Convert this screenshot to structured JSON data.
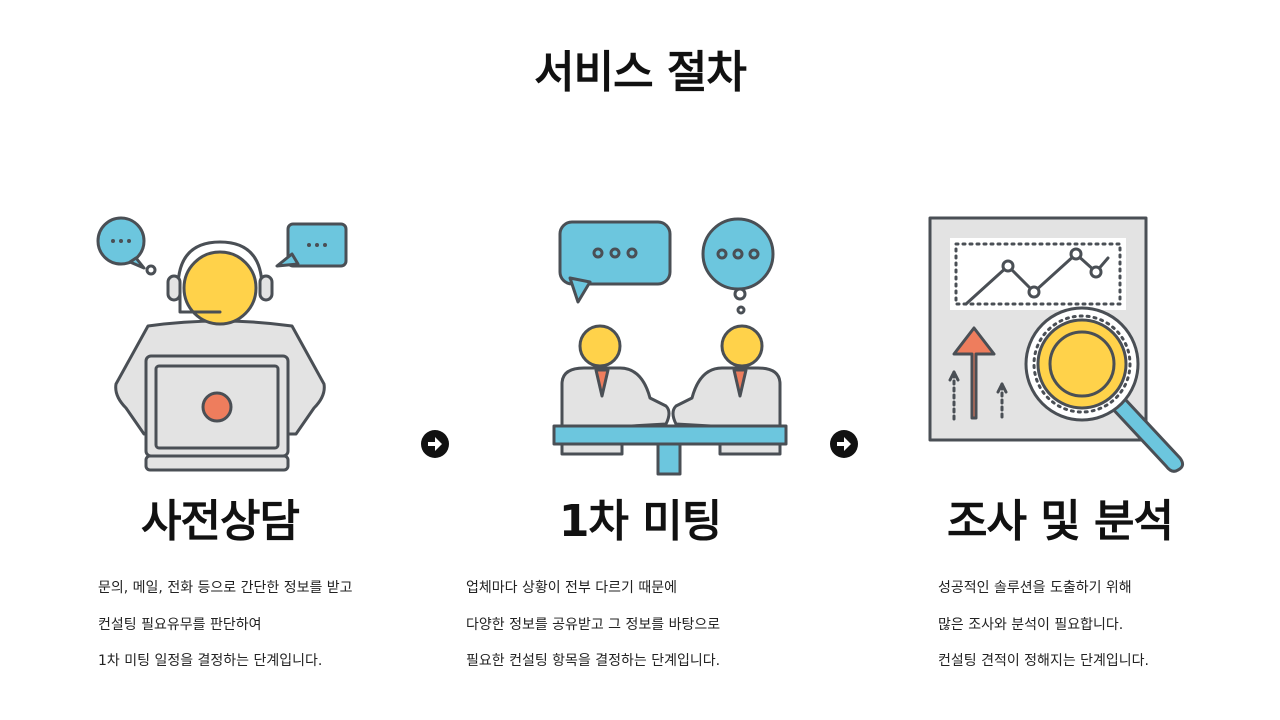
{
  "page": {
    "title": "서비스 절차"
  },
  "steps": [
    {
      "title": "사전상담",
      "icon": "consultant-headset-laptop-icon",
      "lines": [
        "문의, 메일, 전화 등으로 간단한 정보를 받고",
        "컨설팅 필요유무를 판단하여",
        "1차 미팅 일정을 결정하는 단계입니다."
      ]
    },
    {
      "title": "1차 미팅",
      "icon": "meeting-two-people-icon",
      "lines": [
        "업체마다 상황이 전부 다르기 때문에",
        "다양한 정보를 공유받고 그 정보를 바탕으로",
        "필요한 컨설팅 항목을 결정하는 단계입니다."
      ]
    },
    {
      "title": "조사 및 분석",
      "icon": "chart-magnifier-analysis-icon",
      "lines": [
        "성공적인 솔루션을 도출하기 위해",
        "많은 조사와 분석이 필요합니다.",
        "컨설팅 견적이 정해지는 단계입니다."
      ]
    }
  ],
  "colors": {
    "yellow": "#ffd24a",
    "blue": "#6cc6de",
    "gray": "#e3e3e3",
    "outline": "#4a4f55",
    "orange": "#ee7d5d"
  }
}
